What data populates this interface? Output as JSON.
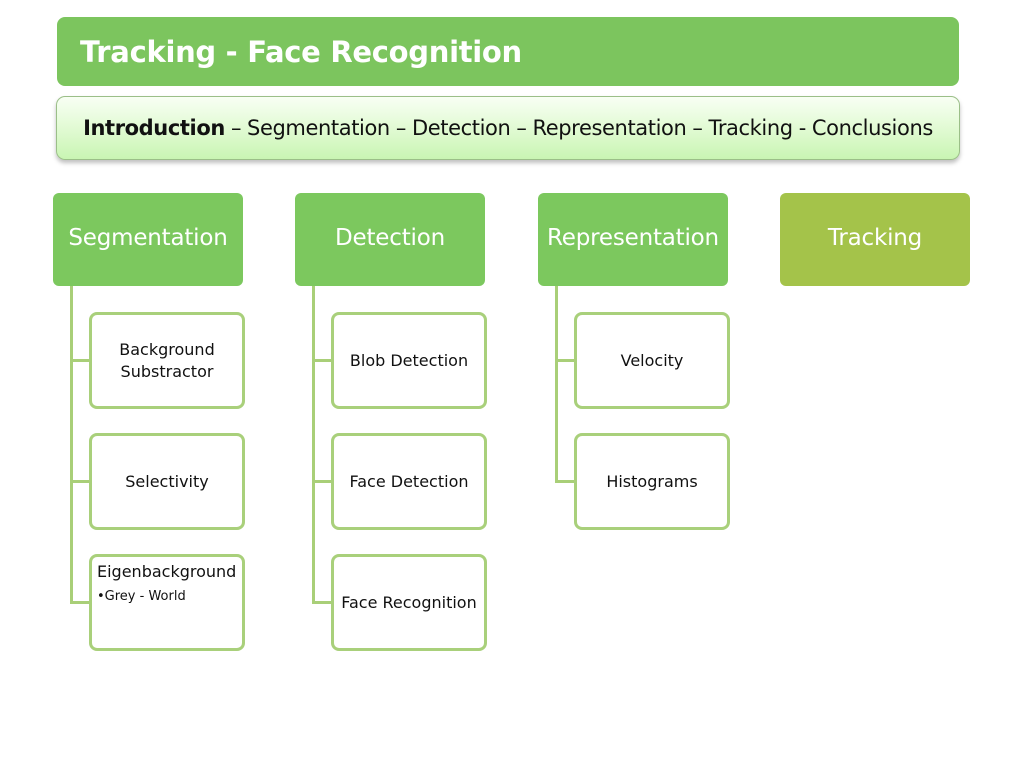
{
  "title": "Tracking - Face Recognition",
  "nav": {
    "items": [
      {
        "label": "Introduction",
        "active": true
      },
      {
        "label": "Segmentation",
        "active": false
      },
      {
        "label": "Detection",
        "active": false
      },
      {
        "label": "Representation",
        "active": false
      },
      {
        "label": "Tracking",
        "active": false
      },
      {
        "label": "Conclusions",
        "active": false
      }
    ],
    "separators": [
      "–",
      "–",
      "–",
      "–",
      "-"
    ]
  },
  "columns": [
    {
      "header": "Segmentation",
      "children": [
        {
          "label": "Background Substractor"
        },
        {
          "label": "Selectivity"
        },
        {
          "label": "Eigenbackground",
          "sub": "•Grey - World"
        }
      ]
    },
    {
      "header": "Detection",
      "children": [
        {
          "label": "Blob Detection"
        },
        {
          "label": "Face Detection"
        },
        {
          "label": "Face Recognition"
        }
      ]
    },
    {
      "header": "Representation",
      "children": [
        {
          "label": "Velocity"
        },
        {
          "label": "Histograms"
        }
      ]
    },
    {
      "header": "Tracking",
      "children": []
    }
  ],
  "colors": {
    "title_bg": "#7cc55e",
    "header_green": "#7cc85e",
    "header_olive": "#a4c34a",
    "connector": "#a9cf78",
    "child_border": "#a9d07b"
  }
}
